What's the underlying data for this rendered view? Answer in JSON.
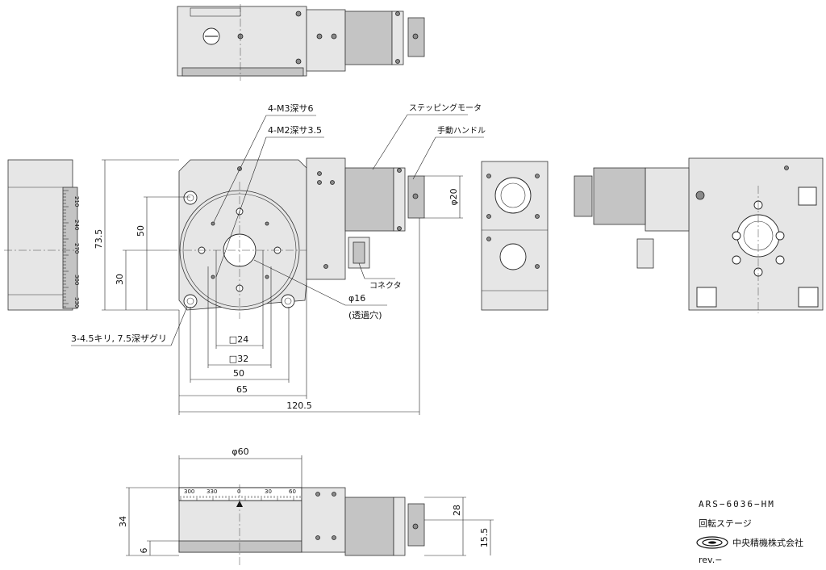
{
  "labels": {
    "tap_m3": "4-M3深サ6",
    "tap_m2": "4-M2深サ3.5",
    "stepping_motor": "ステッピングモータ",
    "manual_handle": "手動ハンドル",
    "connector": "コネクタ",
    "hole_dia": "φ16",
    "through_hole": "(透過穴)",
    "mount_holes": "3-4.5キリ, 7.5深ザグリ"
  },
  "dimensions": {
    "d_73_5": "73.5",
    "d_50v": "50",
    "d_30": "30",
    "d_sq24": "□24",
    "d_sq32": "□32",
    "d_50h": "50",
    "d_65": "65",
    "d_120_5": "120.5",
    "d_phi20": "φ20",
    "d_phi60": "φ60",
    "d_34": "34",
    "d_6": "6",
    "d_28": "28",
    "d_15_5": "15.5"
  },
  "scale_side": [
    "210",
    "240",
    "270",
    "300",
    "330"
  ],
  "scale_front": [
    "300",
    "330",
    "0",
    "30",
    "60"
  ],
  "title_block": {
    "model": "ARS−6036−HM",
    "name": "回転ステージ",
    "company": "中央精機株式会社",
    "rev": "rev.−"
  }
}
